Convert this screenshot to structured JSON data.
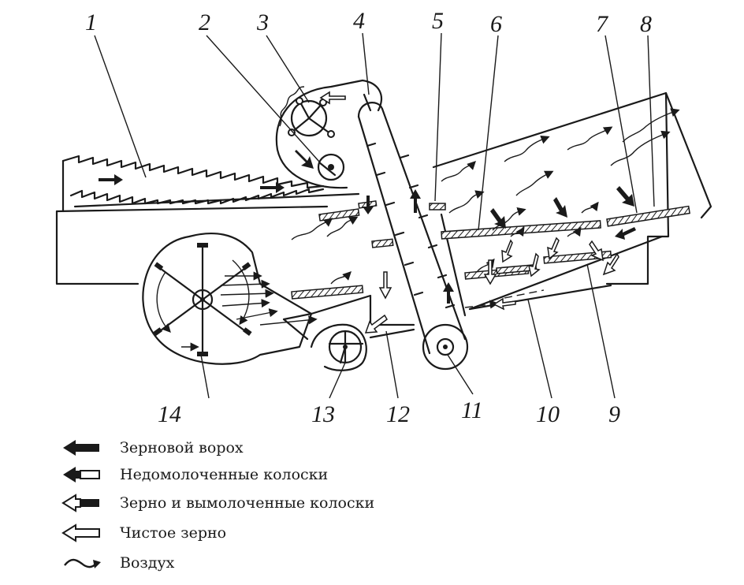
{
  "labels": [
    "1",
    "2",
    "3",
    "4",
    "5",
    "6",
    "7",
    "8",
    "9",
    "10",
    "11",
    "12",
    "13",
    "14"
  ],
  "legend": [
    {
      "icon": "solid-arrow-icon",
      "text": "Зерновой ворох"
    },
    {
      "icon": "outline-head-solid-tail-arrow-icon",
      "text": "Недомолоченные колоски"
    },
    {
      "icon": "solid-head-outline-tail-arrow-icon",
      "text": "Зерно и вымолоченные колоски"
    },
    {
      "icon": "outline-arrow-icon",
      "text": "Чистое зерно"
    },
    {
      "icon": "wavy-arrow-icon",
      "text": "Воздух"
    }
  ]
}
